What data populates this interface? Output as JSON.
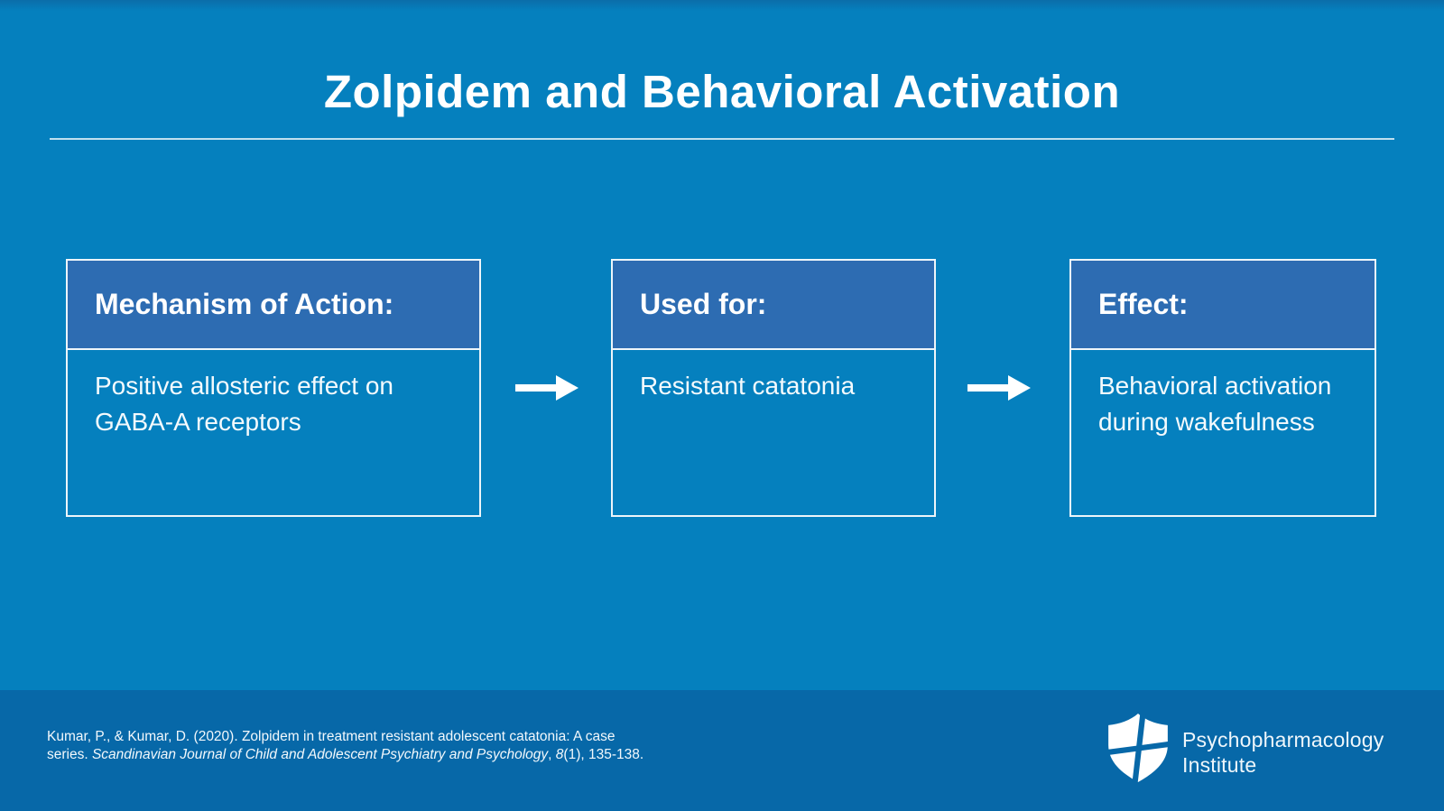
{
  "slide": {
    "title": "Zolpidem and Behavioral Activation",
    "colors": {
      "background": "#0580BE",
      "footer_background": "#0768A8",
      "box_header_background": "#2D6CB2",
      "box_border": "#EDF5FA",
      "text": "#FFFFFF"
    },
    "boxes": [
      {
        "header": "Mechanism of Action:",
        "body": "Positive allosteric effect on GABA-A receptors"
      },
      {
        "header": "Used for:",
        "body": "Resistant catatonia"
      },
      {
        "header": "Effect:",
        "body": "Behavioral activation during wakefulness"
      }
    ],
    "icons": {
      "arrow": "right-arrow-icon",
      "logo": "shield-cross-icon"
    },
    "footer": {
      "citation": {
        "part1": "Kumar, P., & Kumar, D. (2020). Zolpidem in treatment resistant adolescent catatonia: A case series. ",
        "journal": "Scandinavian Journal of Child and Adolescent Psychiatry and Psychology",
        "part2": ", ",
        "volume": "8",
        "part3": "(1), 135-138."
      },
      "logo": {
        "line1": "Psychopharmacology",
        "line2": "Institute"
      }
    }
  }
}
